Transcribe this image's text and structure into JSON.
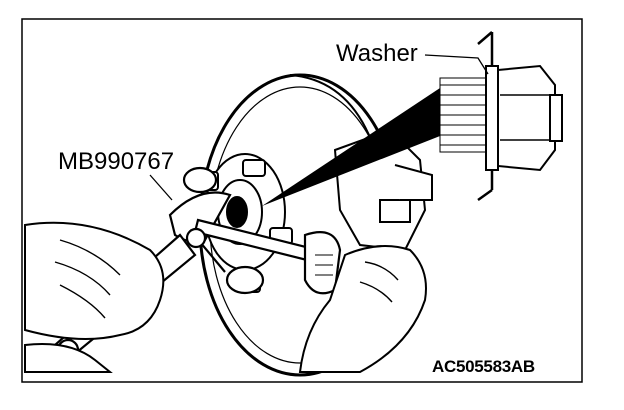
{
  "labels": {
    "washer": "Washer",
    "special_tool": "MB990767",
    "figure_code": "AC505583AB"
  },
  "colors": {
    "line": "#000000",
    "background": "#ffffff"
  }
}
